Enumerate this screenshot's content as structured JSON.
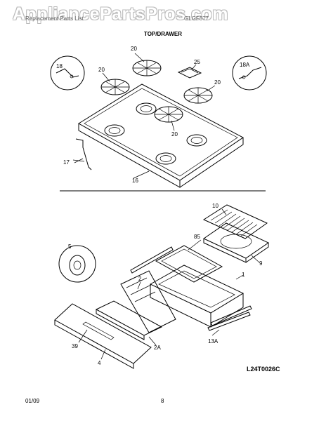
{
  "watermark": "AppliancePartsPros.com",
  "header": {
    "subtitle": "Replacement Parts List",
    "model": "GLGF377",
    "section": "TOP/DRAWER"
  },
  "callouts": {
    "grate_top": "20",
    "grate_left": "20",
    "grate_right": "20",
    "grate_mid": "20",
    "trim": "25",
    "bracket_left": "18",
    "bracket_right": "18A",
    "rod": "17",
    "cooktop": "16",
    "broil_pan_insert": "10",
    "broil_pan": "9",
    "drawer_body": "1",
    "drawer_frame": "85",
    "drawer_back": "2",
    "drawer_inner": "2A",
    "drawer_front": "39",
    "drawer_panel": "4",
    "roller": "5",
    "slide": "13A"
  },
  "footer": {
    "date": "01/09",
    "page": "8",
    "ref": "L24T0026C"
  }
}
